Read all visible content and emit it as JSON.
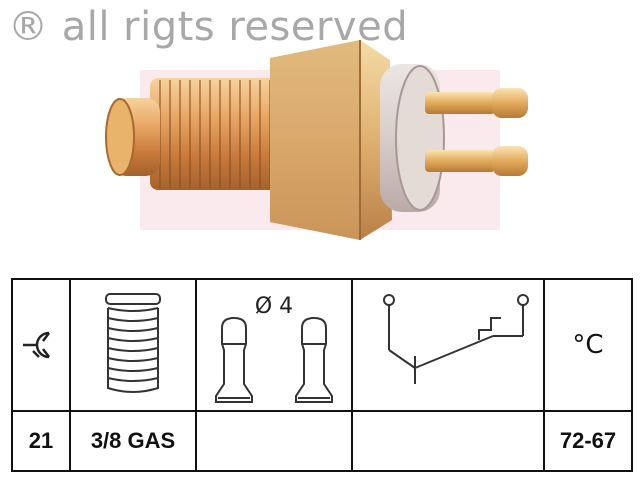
{
  "watermark": "® all rigts reserved",
  "icons": {
    "wrench": "wrench-icon",
    "thread": "thread-icon",
    "connector": "connector-pin-icon",
    "switch": "thermal-switch-icon"
  },
  "table": {
    "diameter_label": "Ø 4",
    "unit_label": "°C",
    "values": {
      "wrench_size": "21",
      "thread": "3/8 GAS",
      "temperature": "72-67"
    }
  },
  "colors": {
    "brass": "#d99a5a",
    "insulator": "#d8d0cc",
    "border": "#111111"
  }
}
